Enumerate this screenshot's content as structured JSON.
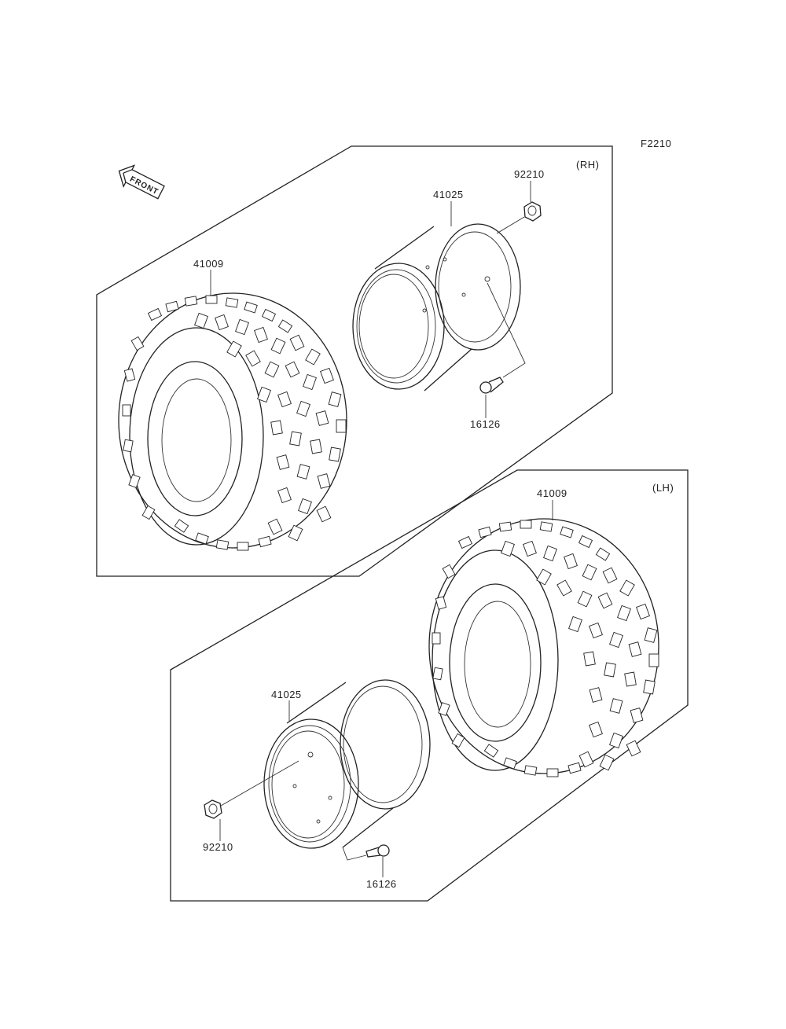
{
  "figure_code": "F2210",
  "front_arrow_text": "FRONT",
  "groups": [
    {
      "side": "(RH)",
      "parts": {
        "tire": "41009",
        "wheel": "41025",
        "nut": "92210",
        "valve": "16126"
      }
    },
    {
      "side": "(LH)",
      "parts": {
        "tire": "41009",
        "wheel": "41025",
        "nut": "92210",
        "valve": "16126"
      }
    }
  ]
}
